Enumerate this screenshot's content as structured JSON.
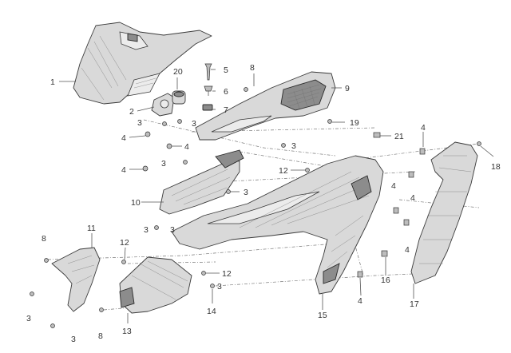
{
  "callouts": {
    "c1": "1",
    "c2": "2",
    "c3a": "3",
    "c3b": "3",
    "c3c": "3",
    "c3d": "3",
    "c3e": "3",
    "c3f": "3",
    "c3g": "3",
    "c3h": "3",
    "c3i": "3",
    "c3j": "3",
    "c4a": "4",
    "c4b": "4",
    "c4c": "4",
    "c4d": "4",
    "c4e": "4",
    "c4f": "4",
    "c4g": "4",
    "c4h": "4",
    "c5": "5",
    "c6": "6",
    "c7": "7",
    "c8a": "8",
    "c8b": "8",
    "c8c": "8",
    "c9": "9",
    "c10": "10",
    "c11": "11",
    "c12a": "12",
    "c12b": "12",
    "c12c": "12",
    "c13": "13",
    "c14": "14",
    "c15": "15",
    "c16": "16",
    "c17": "17",
    "c18": "18",
    "c19": "19",
    "c20": "20",
    "c21": "21"
  }
}
